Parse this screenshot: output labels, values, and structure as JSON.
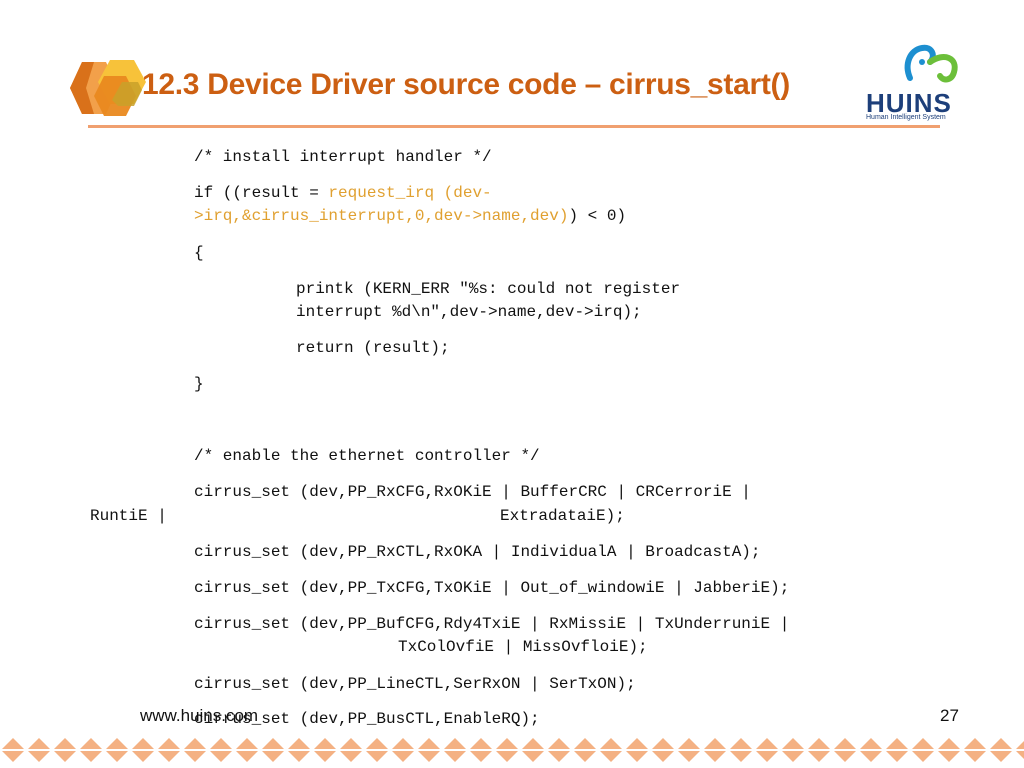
{
  "slide": {
    "title": "12.3 Device Driver source code – cirrus_start()",
    "logo": {
      "name": "HUINS",
      "tagline": "Human Intelligent System"
    },
    "code": {
      "comment_irq": "/* install interrupt handler */",
      "if_pre": "if ((result = ",
      "if_fn_1": "request_irq (dev-",
      "if_fn_2": ">irq,&cirrus_interrupt,0,dev->name,dev)",
      "if_post": ") < 0)",
      "brace_open": "{",
      "printk_1": "printk (KERN_ERR \"%s: could not register",
      "printk_2": "interrupt %d\\n\",dev->name,dev->irq);",
      "return_line": "return (result);",
      "brace_close": "}",
      "comment_enable": "/* enable the ethernet controller */",
      "rxcfg_1": "cirrus_set (dev,PP_RxCFG,RxOKiE | BufferCRC | CRCerroriE |",
      "rxcfg_2a": "RuntiE |",
      "rxcfg_2b": "ExtradataiE);",
      "rxctl": "cirrus_set (dev,PP_RxCTL,RxOKA | IndividualA | BroadcastA);",
      "txcfg": "cirrus_set (dev,PP_TxCFG,TxOKiE | Out_of_windowiE | JabberiE);",
      "bufcfg_1": "cirrus_set (dev,PP_BufCFG,Rdy4TxiE | RxMissiE | TxUnderruniE |",
      "bufcfg_2": "TxColOvfiE | MissOvfloiE);",
      "linectl": "cirrus_set (dev,PP_LineCTL,SerRxON | SerTxON);",
      "busctl": "cirrus_set (dev,PP_BusCTL,EnableRQ);"
    },
    "footer": {
      "url": "www.huins.com",
      "page": "27"
    },
    "colors": {
      "title": "#cc5f12",
      "rule": "#f0a070",
      "keyword": "#e0a030",
      "logo": "#1d3f7a",
      "band": "#f4b183"
    }
  }
}
